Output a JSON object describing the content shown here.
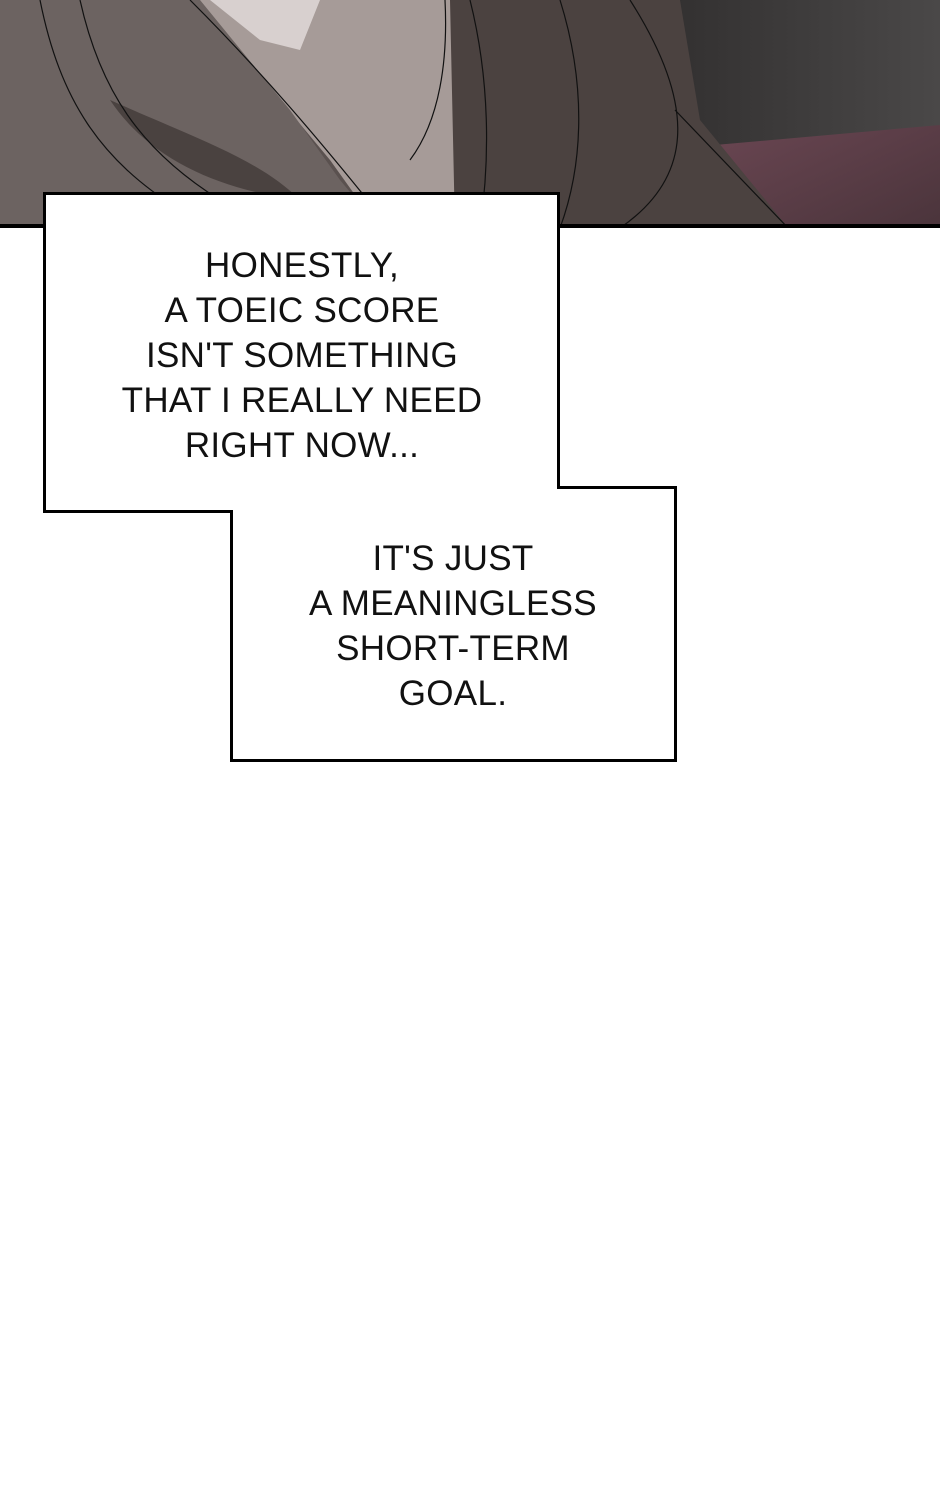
{
  "panel": {
    "description_colors": {
      "shirt": "#4a4140",
      "skin": "#a89d9a",
      "hair": "#6f6563",
      "background_dark": "#3a3838",
      "background_magenta": "#5a3a45"
    }
  },
  "bubble_1": {
    "lines": [
      "HONESTLY,",
      "A TOEIC SCORE",
      "ISN'T SOMETHING",
      "THAT I REALLY NEED",
      "RIGHT NOW..."
    ]
  },
  "bubble_2": {
    "lines": [
      "IT'S JUST",
      "A MEANINGLESS",
      "SHORT-TERM",
      "GOAL."
    ]
  }
}
